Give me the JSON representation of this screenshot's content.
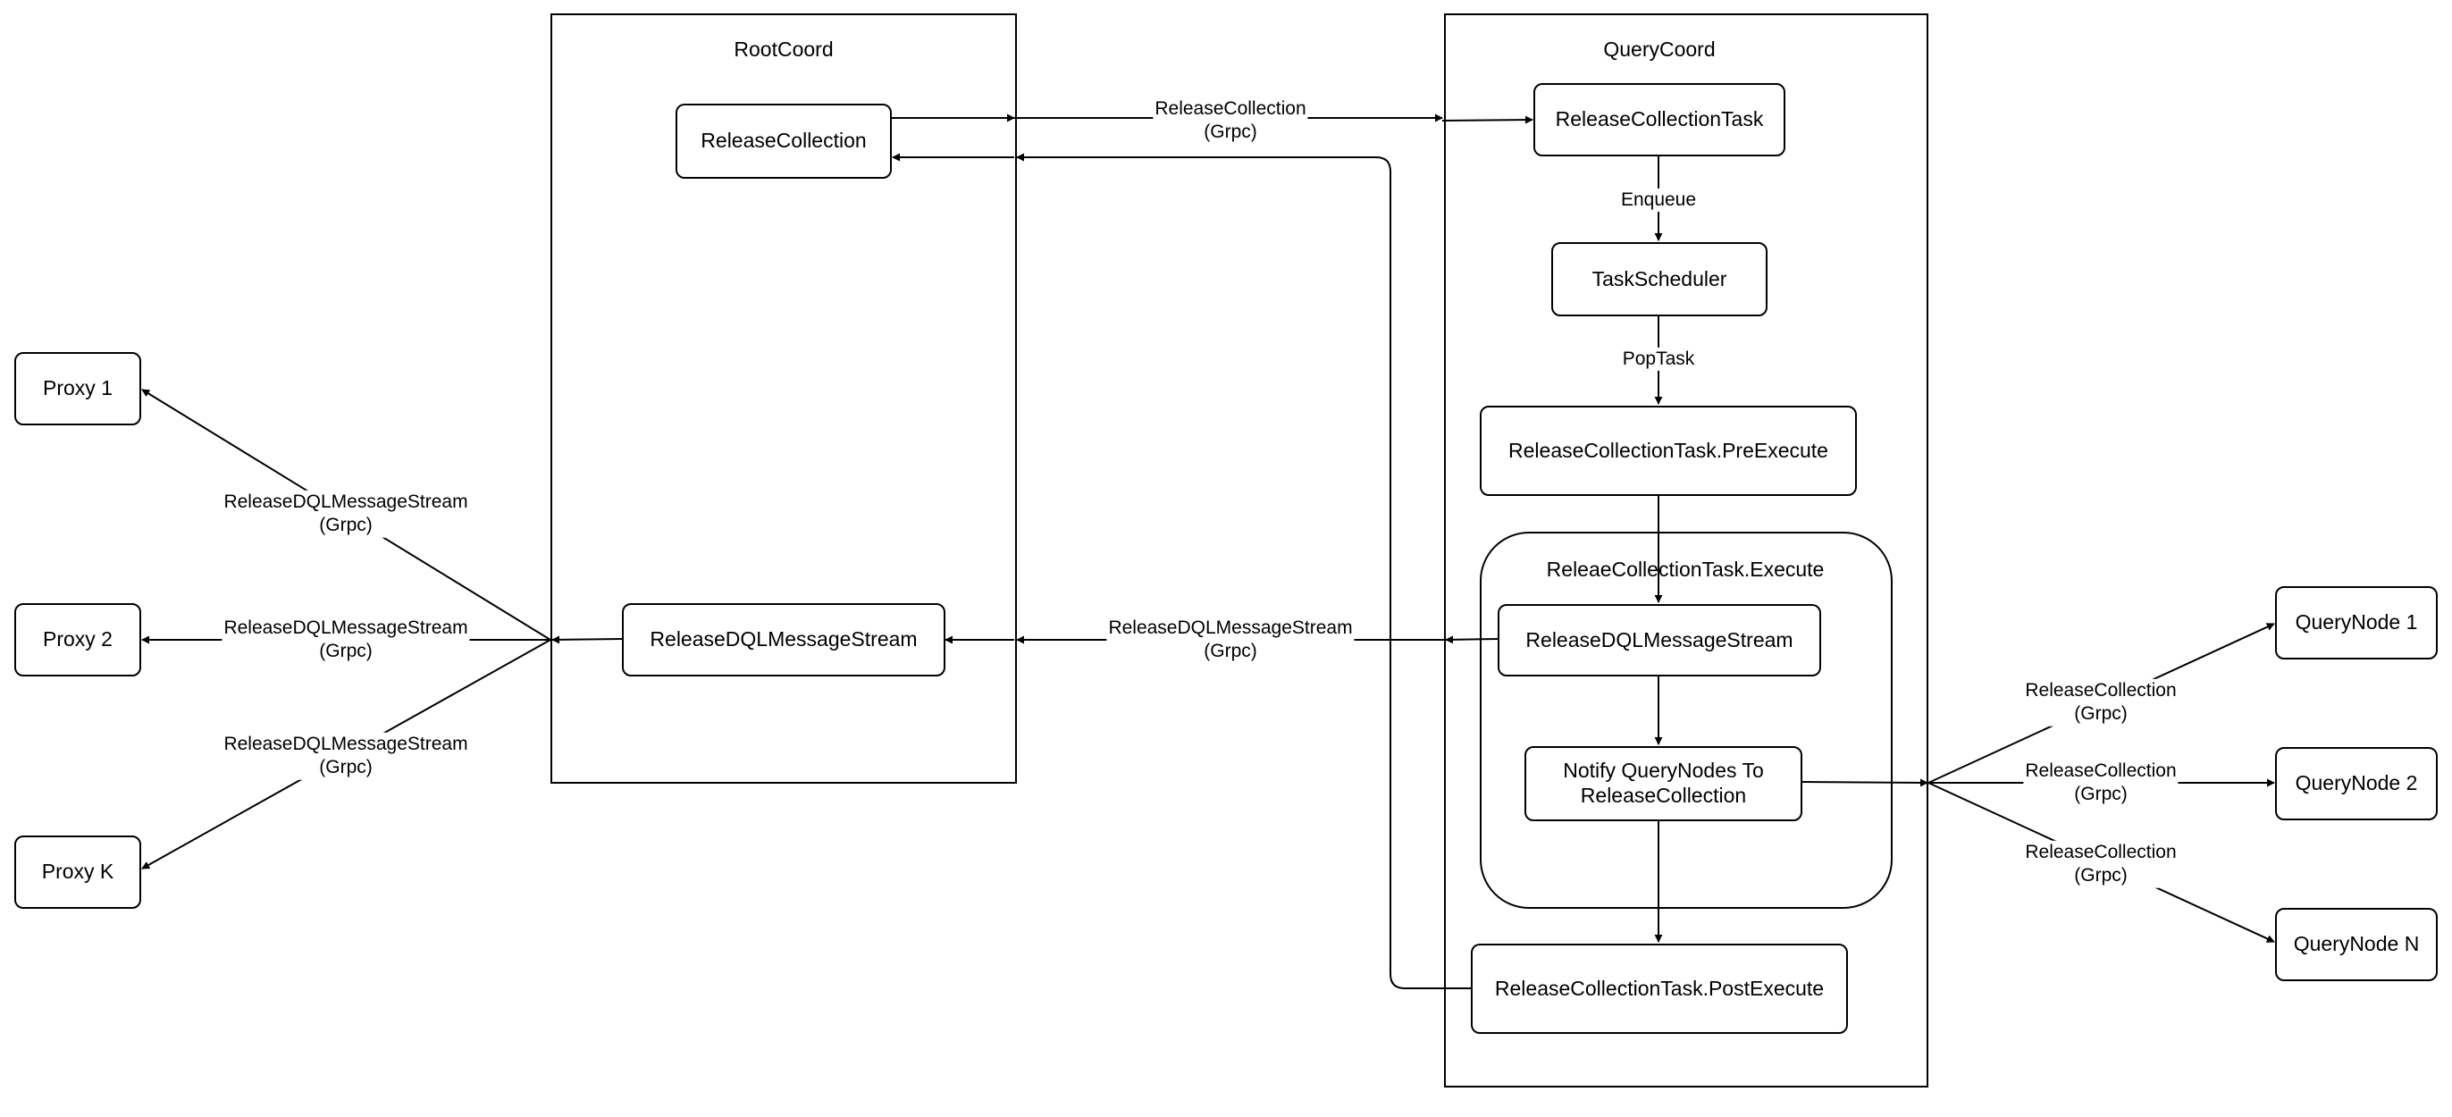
{
  "root_coord": {
    "title": "RootCoord",
    "release_collection": "ReleaseCollection",
    "release_dql_stream": "ReleaseDQLMessageStream"
  },
  "query_coord": {
    "title": "QueryCoord",
    "release_collection_task": "ReleaseCollectionTask",
    "task_scheduler": "TaskScheduler",
    "pre_execute": "ReleaseCollectionTask.PreExecute",
    "execute_title": "ReleaeCollectionTask.Execute",
    "release_dql_stream": "ReleaseDQLMessageStream",
    "notify_line1": "Notify QueryNodes To",
    "notify_line2": "ReleaseCollection",
    "post_execute": "ReleaseCollectionTask.PostExecute"
  },
  "proxies": [
    "Proxy 1",
    "Proxy 2",
    "Proxy K"
  ],
  "query_nodes": [
    "QueryNode 1",
    "QueryNode 2",
    "QueryNode N"
  ],
  "edge_labels": {
    "release_collection_rpc": [
      "ReleaseCollection",
      "(Grpc)"
    ],
    "enqueue": "Enqueue",
    "pop_task": "PopTask",
    "dql_stream_rpc_center": [
      "ReleaseDQLMessageStream",
      "(Grpc)"
    ],
    "dql_stream_rpc_proxy1": [
      "ReleaseDQLMessageStream",
      "(Grpc)"
    ],
    "dql_stream_rpc_proxy2": [
      "ReleaseDQLMessageStream",
      "(Grpc)"
    ],
    "dql_stream_rpc_proxyk": [
      "ReleaseDQLMessageStream",
      "(Grpc)"
    ],
    "rc_node1": [
      "ReleaseCollection",
      "(Grpc)"
    ],
    "rc_node2": [
      "ReleaseCollection",
      "(Grpc)"
    ],
    "rc_noden": [
      "ReleaseCollection",
      "(Grpc)"
    ]
  }
}
